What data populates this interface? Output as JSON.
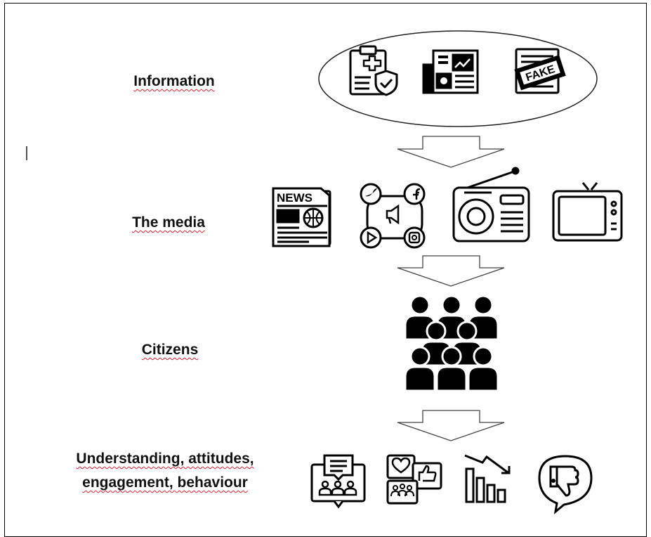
{
  "labels": {
    "information": "Information",
    "media": "The media",
    "citizens": "Citizens",
    "outcomes_line1": "Understanding, attitudes,",
    "outcomes_line2": "engagement, behaviour"
  },
  "icons": {
    "information": [
      "medical-clipboard-icon",
      "news-report-icon",
      "fake-news-icon"
    ],
    "media": [
      "newspaper-icon",
      "social-media-icon",
      "radio-icon",
      "television-icon"
    ],
    "citizens": "crowd-icon",
    "outcomes": [
      "discussion-group-icon",
      "social-reactions-icon",
      "declining-chart-icon",
      "thumbs-down-icon"
    ]
  },
  "newspaper_masthead": "NEWS",
  "fake_stamp": "FAKE"
}
